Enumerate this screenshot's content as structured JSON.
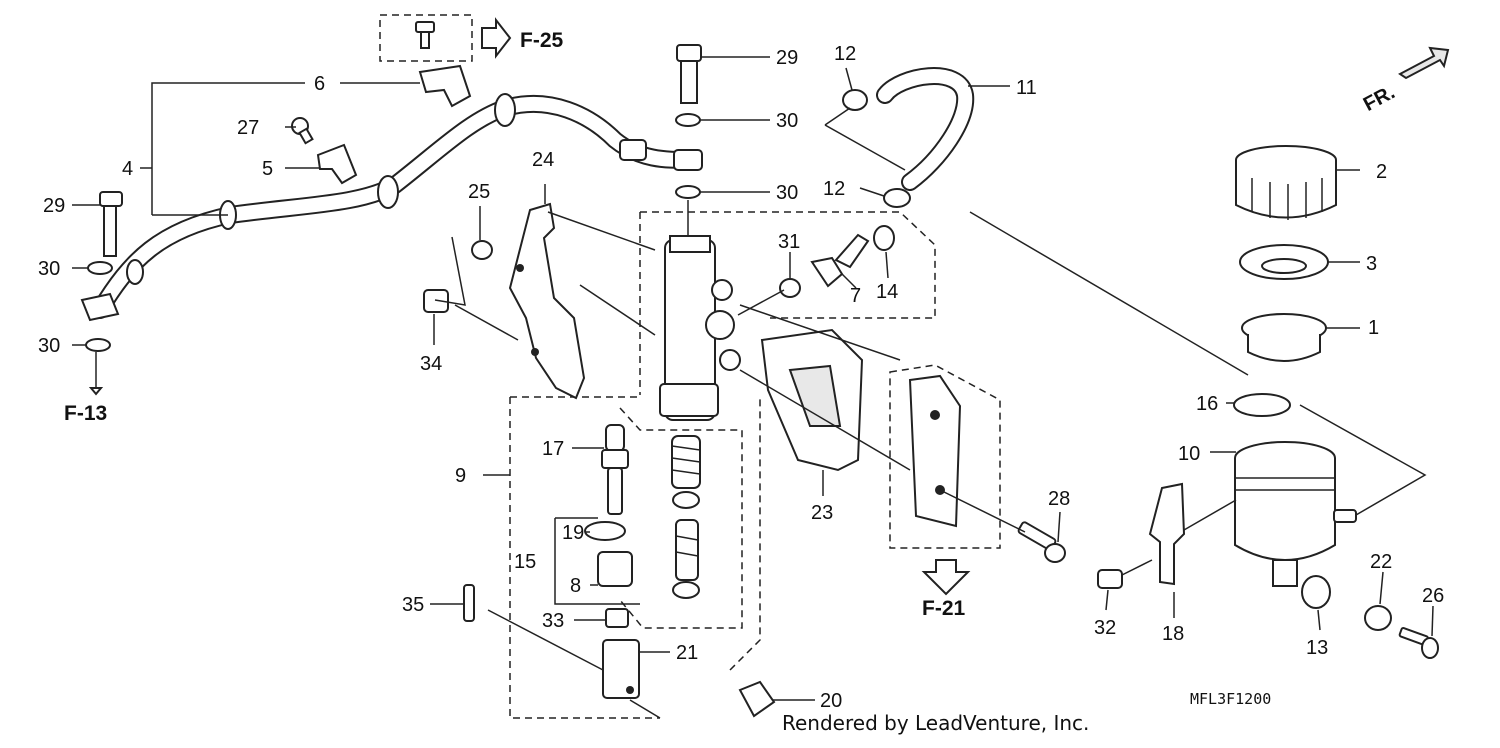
{
  "diagram": {
    "callouts": [
      "1",
      "2",
      "3",
      "4",
      "5",
      "6",
      "7",
      "8",
      "9",
      "10",
      "11",
      "12",
      "12",
      "13",
      "14",
      "15",
      "16",
      "17",
      "18",
      "19",
      "20",
      "21",
      "22",
      "23",
      "24",
      "25",
      "26",
      "27",
      "28",
      "29",
      "29",
      "30",
      "30",
      "30",
      "30",
      "31",
      "32",
      "33",
      "34",
      "35"
    ],
    "references": [
      "F-25",
      "F-13",
      "F-21"
    ],
    "front_marker": "FR.",
    "diagram_code": "MFL3F1200",
    "credit": "Rendered by LeadVenture, Inc."
  }
}
